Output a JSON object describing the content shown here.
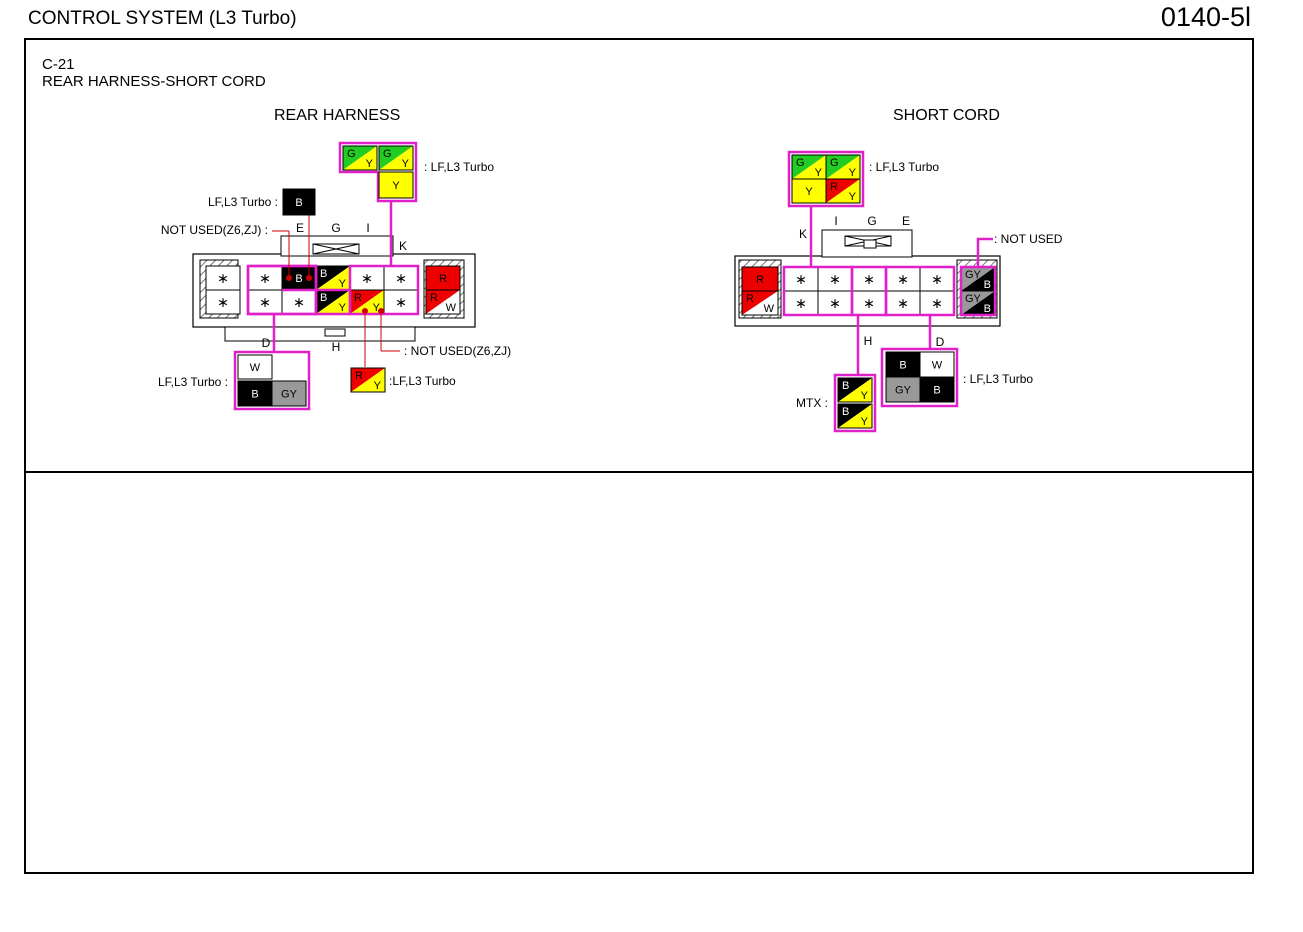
{
  "header": {
    "title": "CONTROL SYSTEM (L3 Turbo)",
    "code": "0140-5l"
  },
  "connector": {
    "id": "C-21",
    "name": "REAR HARNESS-SHORT CORD"
  },
  "sections": {
    "left": "REAR HARNESS",
    "right": "SHORT CORD"
  },
  "labels": {
    "lf_l3_turbo_colon_prefix": ": LF,L3 Turbo",
    "lf_l3_turbo_suffix": "LF,L3 Turbo :",
    "lf_l3_turbo_tight": ":LF,L3 Turbo",
    "not_used_z6zj_prefix": "NOT USED(Z6,ZJ) :",
    "not_used_z6zj_suffix": ": NOT USED(Z6,ZJ)",
    "not_used": ": NOT USED",
    "mtx": "MTX :"
  },
  "terminal_letters": {
    "d": "D",
    "e": "E",
    "g": "G",
    "i": "I",
    "k": "K",
    "h": "H"
  },
  "wire_codes": {
    "g": "G",
    "y": "Y",
    "b": "B",
    "r": "R",
    "w": "W",
    "gy": "GY"
  },
  "pin_mark": "∗",
  "colors": {
    "frame": "#000000",
    "highlight": "#e020c8",
    "red_dot": "#d00000",
    "green": "#22cc22",
    "yellow": "#ffff00",
    "black": "#000000",
    "red": "#ee0000",
    "gray": "#999999",
    "white": "#ffffff",
    "hatch": "#555555"
  }
}
